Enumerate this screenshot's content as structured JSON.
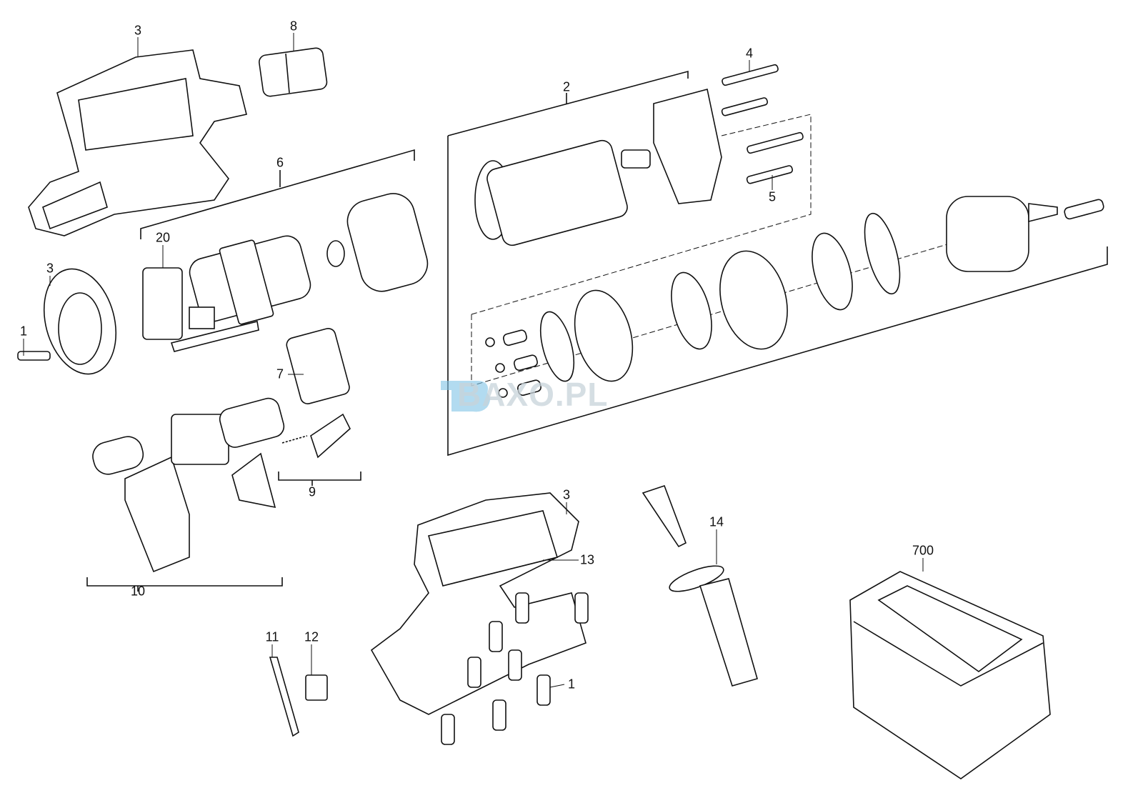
{
  "diagram": {
    "part_labels": [
      "3",
      "8",
      "4",
      "2",
      "6",
      "20",
      "3",
      "1",
      "5",
      "7",
      "9",
      "10",
      "3",
      "13",
      "14",
      "700",
      "11",
      "12",
      "1"
    ],
    "watermark": "BAXO.PL",
    "line_color": "#111111",
    "watermark_color": "#c8d3da",
    "watermark_accent": "#7fc3e6"
  }
}
